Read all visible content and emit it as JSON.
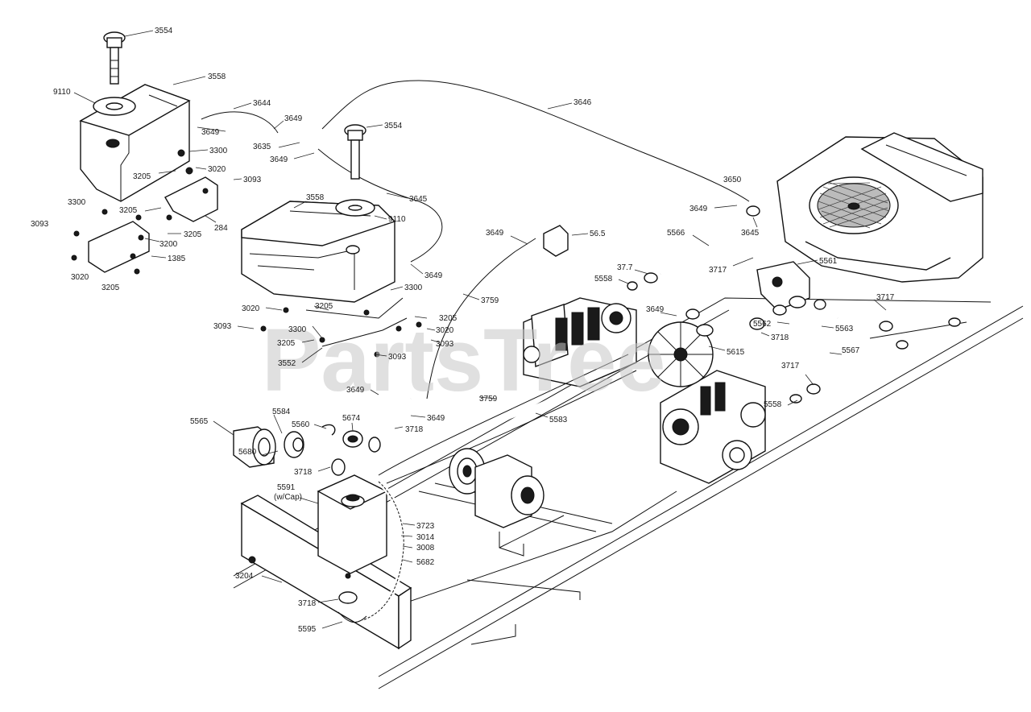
{
  "watermark": "PartsTree",
  "callouts": [
    {
      "id": "c1",
      "text": "3554"
    },
    {
      "id": "c2",
      "text": "3558"
    },
    {
      "id": "c3",
      "text": "9110"
    },
    {
      "id": "c4",
      "text": "3644"
    },
    {
      "id": "c5",
      "text": "3649"
    },
    {
      "id": "c6",
      "text": "3649"
    },
    {
      "id": "c7",
      "text": "3635"
    },
    {
      "id": "c8",
      "text": "3649"
    },
    {
      "id": "c9",
      "text": "3554"
    },
    {
      "id": "c10",
      "text": "3646"
    },
    {
      "id": "c11",
      "text": "3300"
    },
    {
      "id": "c12",
      "text": "3205"
    },
    {
      "id": "c13",
      "text": "3020"
    },
    {
      "id": "c14",
      "text": "3093"
    },
    {
      "id": "c15",
      "text": "3645"
    },
    {
      "id": "c16",
      "text": "3300"
    },
    {
      "id": "c17",
      "text": "3205"
    },
    {
      "id": "c18",
      "text": "284"
    },
    {
      "id": "c19",
      "text": "3205"
    },
    {
      "id": "c20",
      "text": "3200"
    },
    {
      "id": "c21",
      "text": "1385"
    },
    {
      "id": "c22",
      "text": "3093"
    },
    {
      "id": "c23",
      "text": "3020"
    },
    {
      "id": "c24",
      "text": "3205"
    },
    {
      "id": "c25",
      "text": "3558"
    },
    {
      "id": "c26",
      "text": "9110"
    },
    {
      "id": "c27",
      "text": "3649"
    },
    {
      "id": "c28",
      "text": "3300"
    },
    {
      "id": "c29",
      "text": "3650"
    },
    {
      "id": "c30",
      "text": "3649"
    },
    {
      "id": "c31",
      "text": "3645"
    },
    {
      "id": "c32",
      "text": "3649"
    },
    {
      "id": "c33",
      "text": "56.5"
    },
    {
      "id": "c34",
      "text": "5566"
    },
    {
      "id": "c35",
      "text": "5561"
    },
    {
      "id": "c36",
      "text": "37.7"
    },
    {
      "id": "c37",
      "text": "5558"
    },
    {
      "id": "c38",
      "text": "3717"
    },
    {
      "id": "c39",
      "text": "3759"
    },
    {
      "id": "c40",
      "text": "3020"
    },
    {
      "id": "c41",
      "text": "3205"
    },
    {
      "id": "c42",
      "text": "3093"
    },
    {
      "id": "c43",
      "text": "3300"
    },
    {
      "id": "c44",
      "text": "3205"
    },
    {
      "id": "c45",
      "text": "3020"
    },
    {
      "id": "c46",
      "text": "3205"
    },
    {
      "id": "c47",
      "text": "3093"
    },
    {
      "id": "c48",
      "text": "3093"
    },
    {
      "id": "c49",
      "text": "3552"
    },
    {
      "id": "c50",
      "text": "3649"
    },
    {
      "id": "c51",
      "text": "5562"
    },
    {
      "id": "c52",
      "text": "5563"
    },
    {
      "id": "c53",
      "text": "3718"
    },
    {
      "id": "c54",
      "text": "5615"
    },
    {
      "id": "c55",
      "text": "5567"
    },
    {
      "id": "c56",
      "text": "3717"
    },
    {
      "id": "c57",
      "text": "5558"
    },
    {
      "id": "c58",
      "text": "3649"
    },
    {
      "id": "c59",
      "text": "3759"
    },
    {
      "id": "c60",
      "text": "5583"
    },
    {
      "id": "c61",
      "text": "3649"
    },
    {
      "id": "c62",
      "text": "3718"
    },
    {
      "id": "c63",
      "text": "5565"
    },
    {
      "id": "c64",
      "text": "5584"
    },
    {
      "id": "c65",
      "text": "5560"
    },
    {
      "id": "c66",
      "text": "5674"
    },
    {
      "id": "c67",
      "text": "5680"
    },
    {
      "id": "c68",
      "text": "3718"
    },
    {
      "id": "c69",
      "text": "5591"
    },
    {
      "id": "c70",
      "text": "(w/Cap)"
    },
    {
      "id": "c71",
      "text": "3723"
    },
    {
      "id": "c72",
      "text": "3014"
    },
    {
      "id": "c73",
      "text": "3008"
    },
    {
      "id": "c74",
      "text": "5682"
    },
    {
      "id": "c75",
      "text": "3204"
    },
    {
      "id": "c76",
      "text": "3718"
    },
    {
      "id": "c77",
      "text": "5595"
    },
    {
      "id": "c78",
      "text": "3717"
    }
  ]
}
